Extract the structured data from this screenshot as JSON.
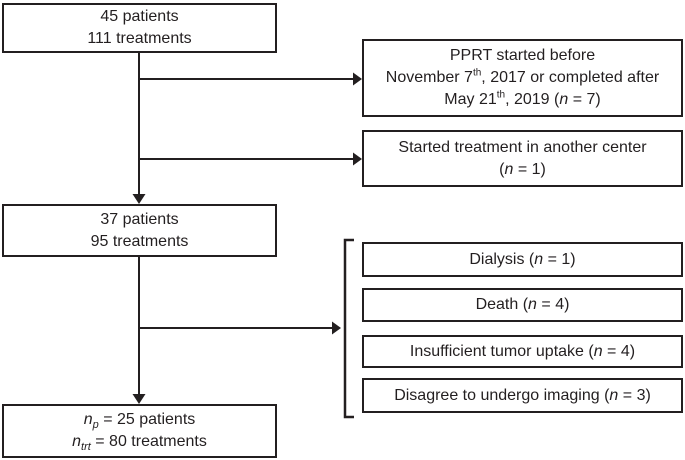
{
  "diagram": {
    "type": "flowchart",
    "colors": {
      "line": "#231f20",
      "text": "#231f20",
      "background": "#ffffff",
      "box_fill": "#ffffff"
    }
  },
  "boxes": {
    "initial": {
      "line1": "45 patients",
      "line2": "111 treatments"
    },
    "intermediate": {
      "line1": "37 patients",
      "line2": "95 treatments"
    },
    "final": {
      "line1": {
        "n": "n",
        "sub": "p",
        "rest": " = 25 patients"
      },
      "line2": {
        "n": "n",
        "sub": "trt",
        "rest": " = 80 treatments"
      }
    }
  },
  "exclusions_top": [
    {
      "line1": "PPRT started before",
      "line2": {
        "pre": "November 7",
        "sup": "th",
        "post": ", 2017 or completed after"
      },
      "line3": {
        "pre": "May 21",
        "sup": "th",
        "mid": ", 2019 (",
        "n": "n",
        "post": " = 7)"
      }
    },
    {
      "line1": "Started treatment in another center",
      "line2": {
        "pre": "(",
        "n": "n",
        "post": " = 1)"
      }
    }
  ],
  "exclusions_bracket": [
    {
      "pre": "Dialysis (",
      "n": "n",
      "post": " = 1)"
    },
    {
      "pre": "Death (",
      "n": "n",
      "post": " = 4)"
    },
    {
      "pre": "Insufficient tumor uptake (",
      "n": "n",
      "post": " = 4)"
    },
    {
      "pre": "Disagree to undergo imaging (",
      "n": "n",
      "post": " = 3)"
    }
  ]
}
